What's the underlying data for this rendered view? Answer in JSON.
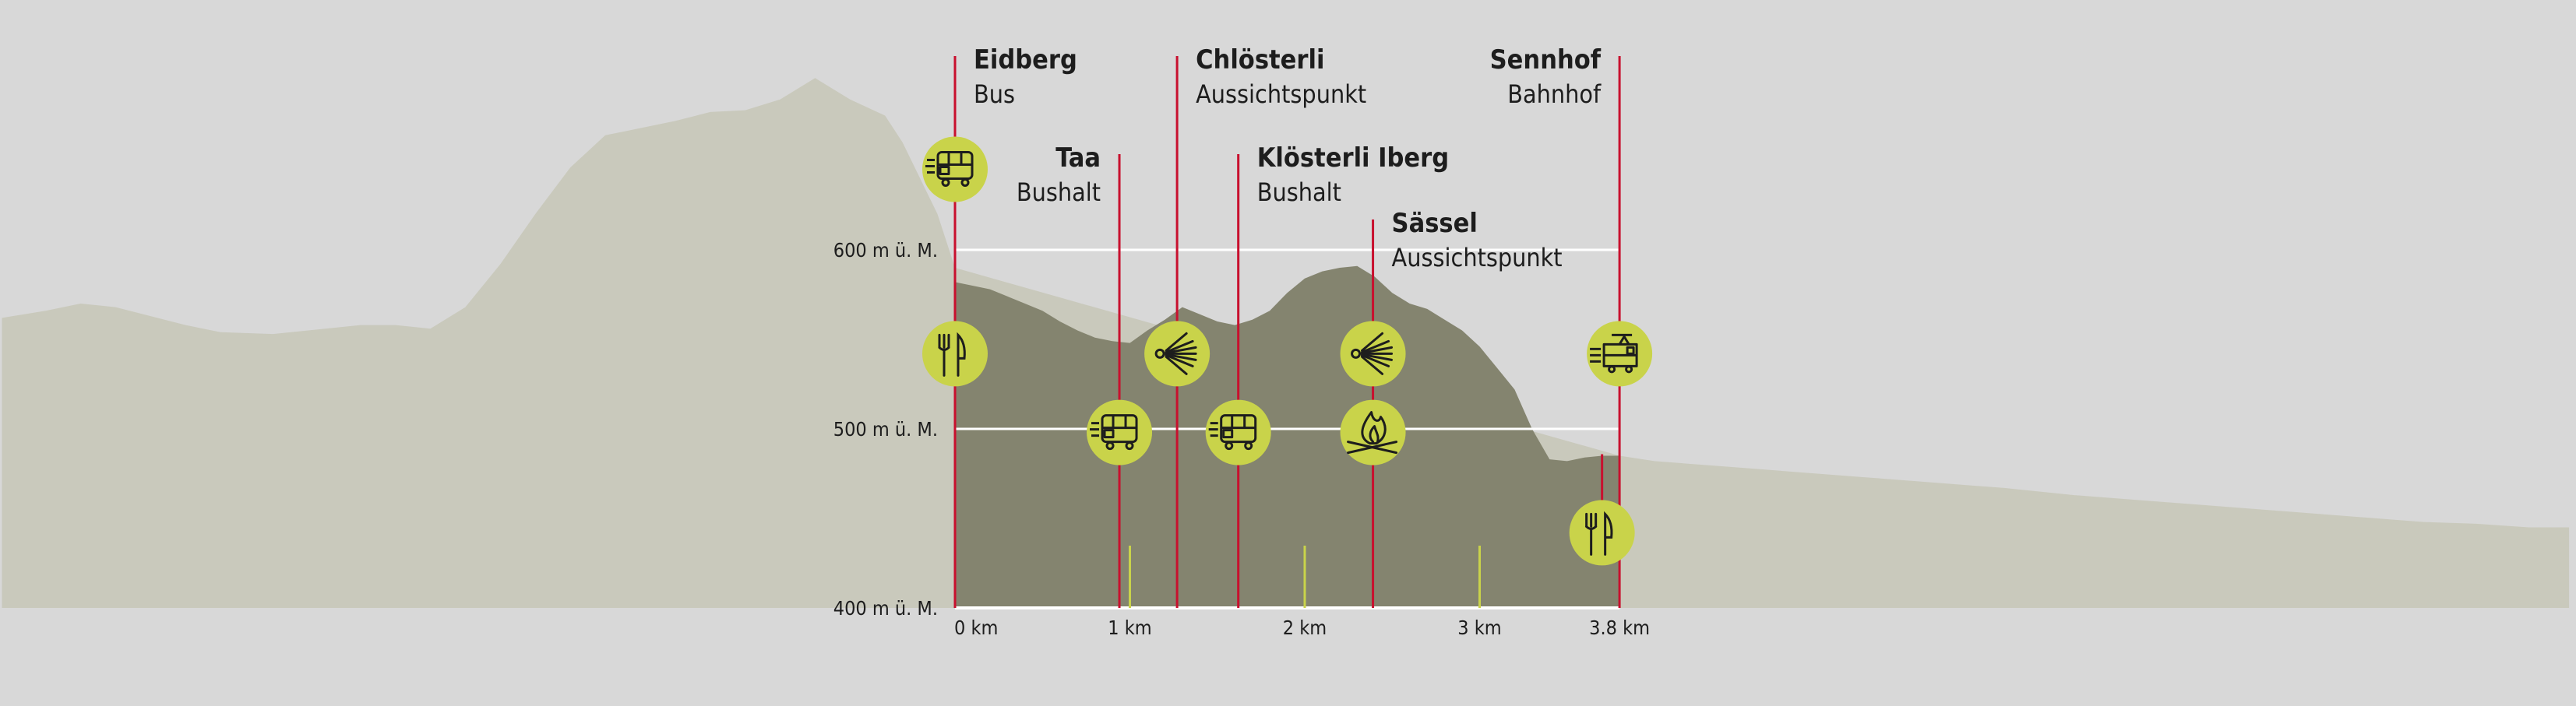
{
  "chart_data": {
    "type": "area",
    "title": "",
    "xlabel": "",
    "ylabel": "",
    "xlim": [
      0,
      3.8
    ],
    "ylim": [
      400,
      600
    ],
    "x_ticks": [
      {
        "value": 0,
        "label": "0 km"
      },
      {
        "value": 1,
        "label": "1 km"
      },
      {
        "value": 2,
        "label": "2 km"
      },
      {
        "value": 3,
        "label": "3 km"
      },
      {
        "value": 3.8,
        "label": "3.8 km"
      }
    ],
    "y_ticks": [
      {
        "value": 400,
        "label": "400 m ü. M."
      },
      {
        "value": 500,
        "label": "500 m ü. M."
      },
      {
        "value": 600,
        "label": "600 m ü. M."
      }
    ],
    "route_profile": {
      "x": [
        0,
        0.1,
        0.2,
        0.3,
        0.4,
        0.5,
        0.6,
        0.7,
        0.8,
        0.9,
        1.0,
        1.1,
        1.2,
        1.3,
        1.4,
        1.5,
        1.6,
        1.7,
        1.8,
        1.9,
        2.0,
        2.1,
        2.2,
        2.3,
        2.4,
        2.5,
        2.6,
        2.7,
        2.8,
        2.9,
        3.0,
        3.1,
        3.2,
        3.3,
        3.4,
        3.5,
        3.6,
        3.7,
        3.8
      ],
      "y": [
        582,
        580,
        578,
        574,
        570,
        566,
        560,
        555,
        551,
        549,
        548,
        555,
        561,
        568,
        564,
        560,
        558,
        561,
        566,
        576,
        584,
        588,
        590,
        591,
        585,
        576,
        570,
        567,
        561,
        555,
        546,
        534,
        522,
        500,
        483,
        482,
        484,
        485,
        485
      ]
    },
    "background_profile": {
      "x": [
        -5.45,
        -5.2,
        -5.0,
        -4.8,
        -4.6,
        -4.4,
        -4.2,
        -3.9,
        -3.6,
        -3.4,
        -3.2,
        -3.0,
        -2.8,
        -2.6,
        -2.4,
        -2.2,
        -2.0,
        -1.9,
        -1.6,
        -1.4,
        -1.2,
        -1.0,
        -0.8,
        -0.6,
        -0.4,
        -0.3,
        -0.2,
        -0.1,
        0.0,
        3.8,
        4.0,
        4.4,
        4.8,
        5.2,
        5.6,
        6.0,
        6.4,
        6.8,
        7.2,
        7.6,
        8.0,
        8.4,
        8.7,
        9.0,
        9.23
      ],
      "y": [
        562,
        566,
        570,
        568,
        563,
        558,
        554,
        553,
        556,
        558,
        558,
        556,
        568,
        592,
        620,
        646,
        664,
        666,
        672,
        677,
        678,
        684,
        696,
        684,
        675,
        660,
        640,
        620,
        590,
        485,
        482,
        479,
        476,
        473,
        470,
        467,
        463,
        460,
        457,
        454,
        451,
        448,
        447,
        445,
        445
      ]
    },
    "stops": [
      {
        "name": "Eidberg",
        "type": "Bus",
        "km": 0,
        "label_side": "right",
        "label_row": 0
      },
      {
        "name": "Taa",
        "type": "Bushalt",
        "km": 0.94,
        "label_side": "left",
        "label_row": 1
      },
      {
        "name": "Chlösterli",
        "type": "Aussichtspunkt",
        "km": 1.27,
        "label_side": "right",
        "label_row": 0
      },
      {
        "name": "Klösterli Iberg",
        "type": "Bushalt",
        "km": 1.62,
        "label_side": "right",
        "label_row": 1
      },
      {
        "name": "Sässel",
        "type": "Aussichtspunkt",
        "km": 2.39,
        "label_side": "right",
        "label_row": 2
      },
      {
        "name": "Sennhof",
        "type": "Bahnhof",
        "km": 3.8,
        "label_side": "left",
        "label_row": 0
      }
    ],
    "markers": [
      {
        "km": 0,
        "elev": 645,
        "icon": "bus-icon"
      },
      {
        "km": 0,
        "elev": 542,
        "icon": "restaurant-icon"
      },
      {
        "km": 0.94,
        "elev": 498,
        "icon": "bus-icon"
      },
      {
        "km": 1.27,
        "elev": 542,
        "icon": "viewpoint-icon"
      },
      {
        "km": 1.62,
        "elev": 498,
        "icon": "bus-icon"
      },
      {
        "km": 2.39,
        "elev": 542,
        "icon": "viewpoint-icon"
      },
      {
        "km": 2.39,
        "elev": 498,
        "icon": "campfire-icon"
      },
      {
        "km": 3.8,
        "elev": 542,
        "icon": "train-icon"
      },
      {
        "km": 3.7,
        "elev": 442,
        "icon": "restaurant-icon"
      }
    ],
    "colors": {
      "background": "#d8d8d8",
      "background_profile": "#c9c9bc",
      "route_profile": "#84846f",
      "stop_line": "#c8102e",
      "icon_circle": "#c9d34a",
      "grid": "#ffffff",
      "km_tick": "#c9d34a"
    }
  }
}
